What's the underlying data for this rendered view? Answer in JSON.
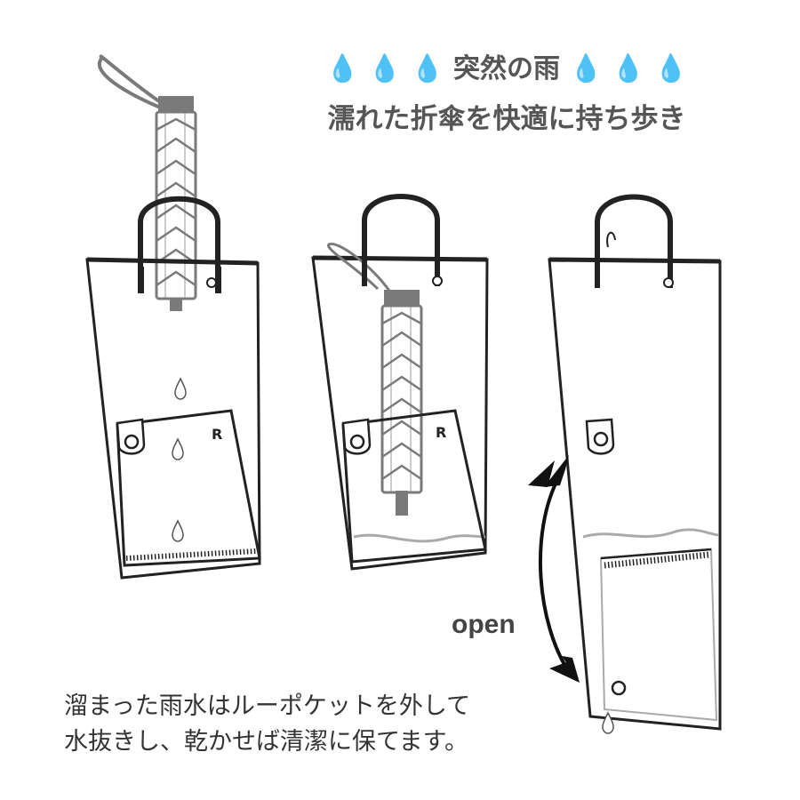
{
  "header": {
    "drop_glyphs": [
      "💧",
      "💧",
      "💧"
    ],
    "title": "突然の雨",
    "subtitle": "濡れた折傘を快適に持ち歩き"
  },
  "diagram": {
    "logo_letter": "R",
    "open_label": "open"
  },
  "caption": {
    "line1": "溜まった雨水はルーポケットを外して",
    "line2": "水抜きし、乾かせば清潔に保てます。"
  },
  "colors": {
    "title_text": "#555555",
    "water_drop": "#3aa6e0",
    "outline": "#222222",
    "umbrella_gray": "#7a7a7a",
    "water_line": "#aaaaaa"
  }
}
